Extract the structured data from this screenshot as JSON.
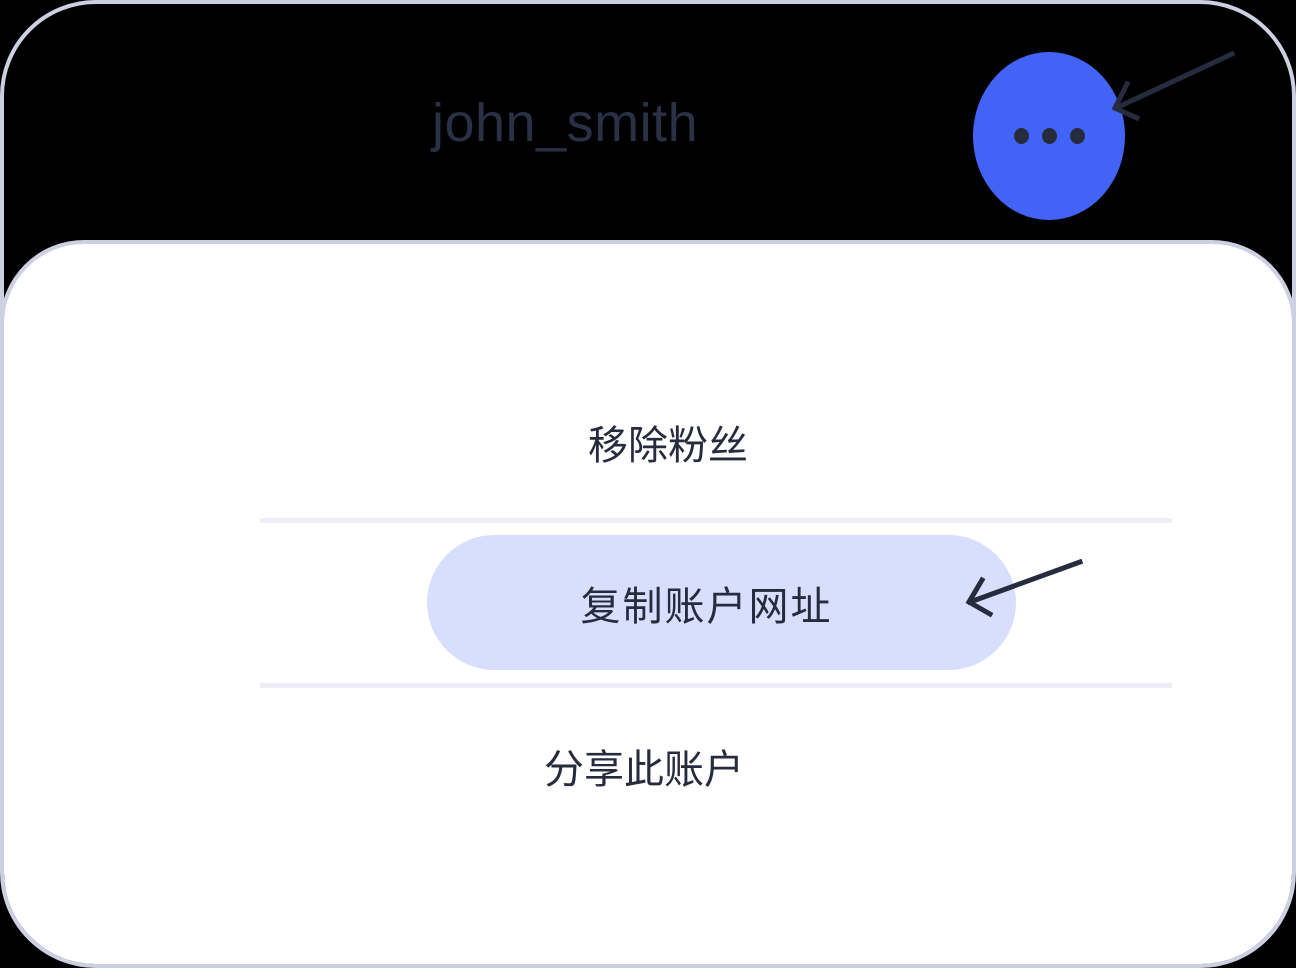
{
  "header": {
    "username": "john_smith",
    "more_button": {
      "icon": "more-horizontal-icon",
      "color": "#4263F5"
    }
  },
  "menu": {
    "items": [
      {
        "label": "移除粉丝",
        "highlighted": false
      },
      {
        "label": "复制账户网址",
        "highlighted": true
      },
      {
        "label": "分享此账户",
        "highlighted": false
      }
    ],
    "highlight_color": "#D8DEFD"
  },
  "annotations": {
    "arrow_color": "#262B3E",
    "arrows": [
      {
        "target": "more-button"
      },
      {
        "target": "copy-account-url-item"
      }
    ]
  },
  "colors": {
    "background": "#000000",
    "border": "#CDD0E0",
    "sheet": "#FFFFFF",
    "divider": "#EEEFF6",
    "text": "#262B3E"
  }
}
